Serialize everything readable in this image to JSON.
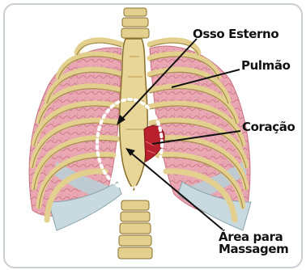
{
  "diagram": {
    "labels": {
      "sternum": "Osso Esterno",
      "lung": "Pulmão",
      "heart": "Coração",
      "massage_area_line1": "Área para",
      "massage_area_line2": "Massagem"
    }
  },
  "colors": {
    "frame_border": "#c9ced3",
    "bone": "#e4d08e",
    "bone_outline": "#8a6f2f",
    "lung": "#e8a7b2",
    "lung_lines": "#c9707f",
    "heart": "#b8202e",
    "costal_cartilage": "#b9cfd6",
    "circle_dash": "#ffffff"
  }
}
